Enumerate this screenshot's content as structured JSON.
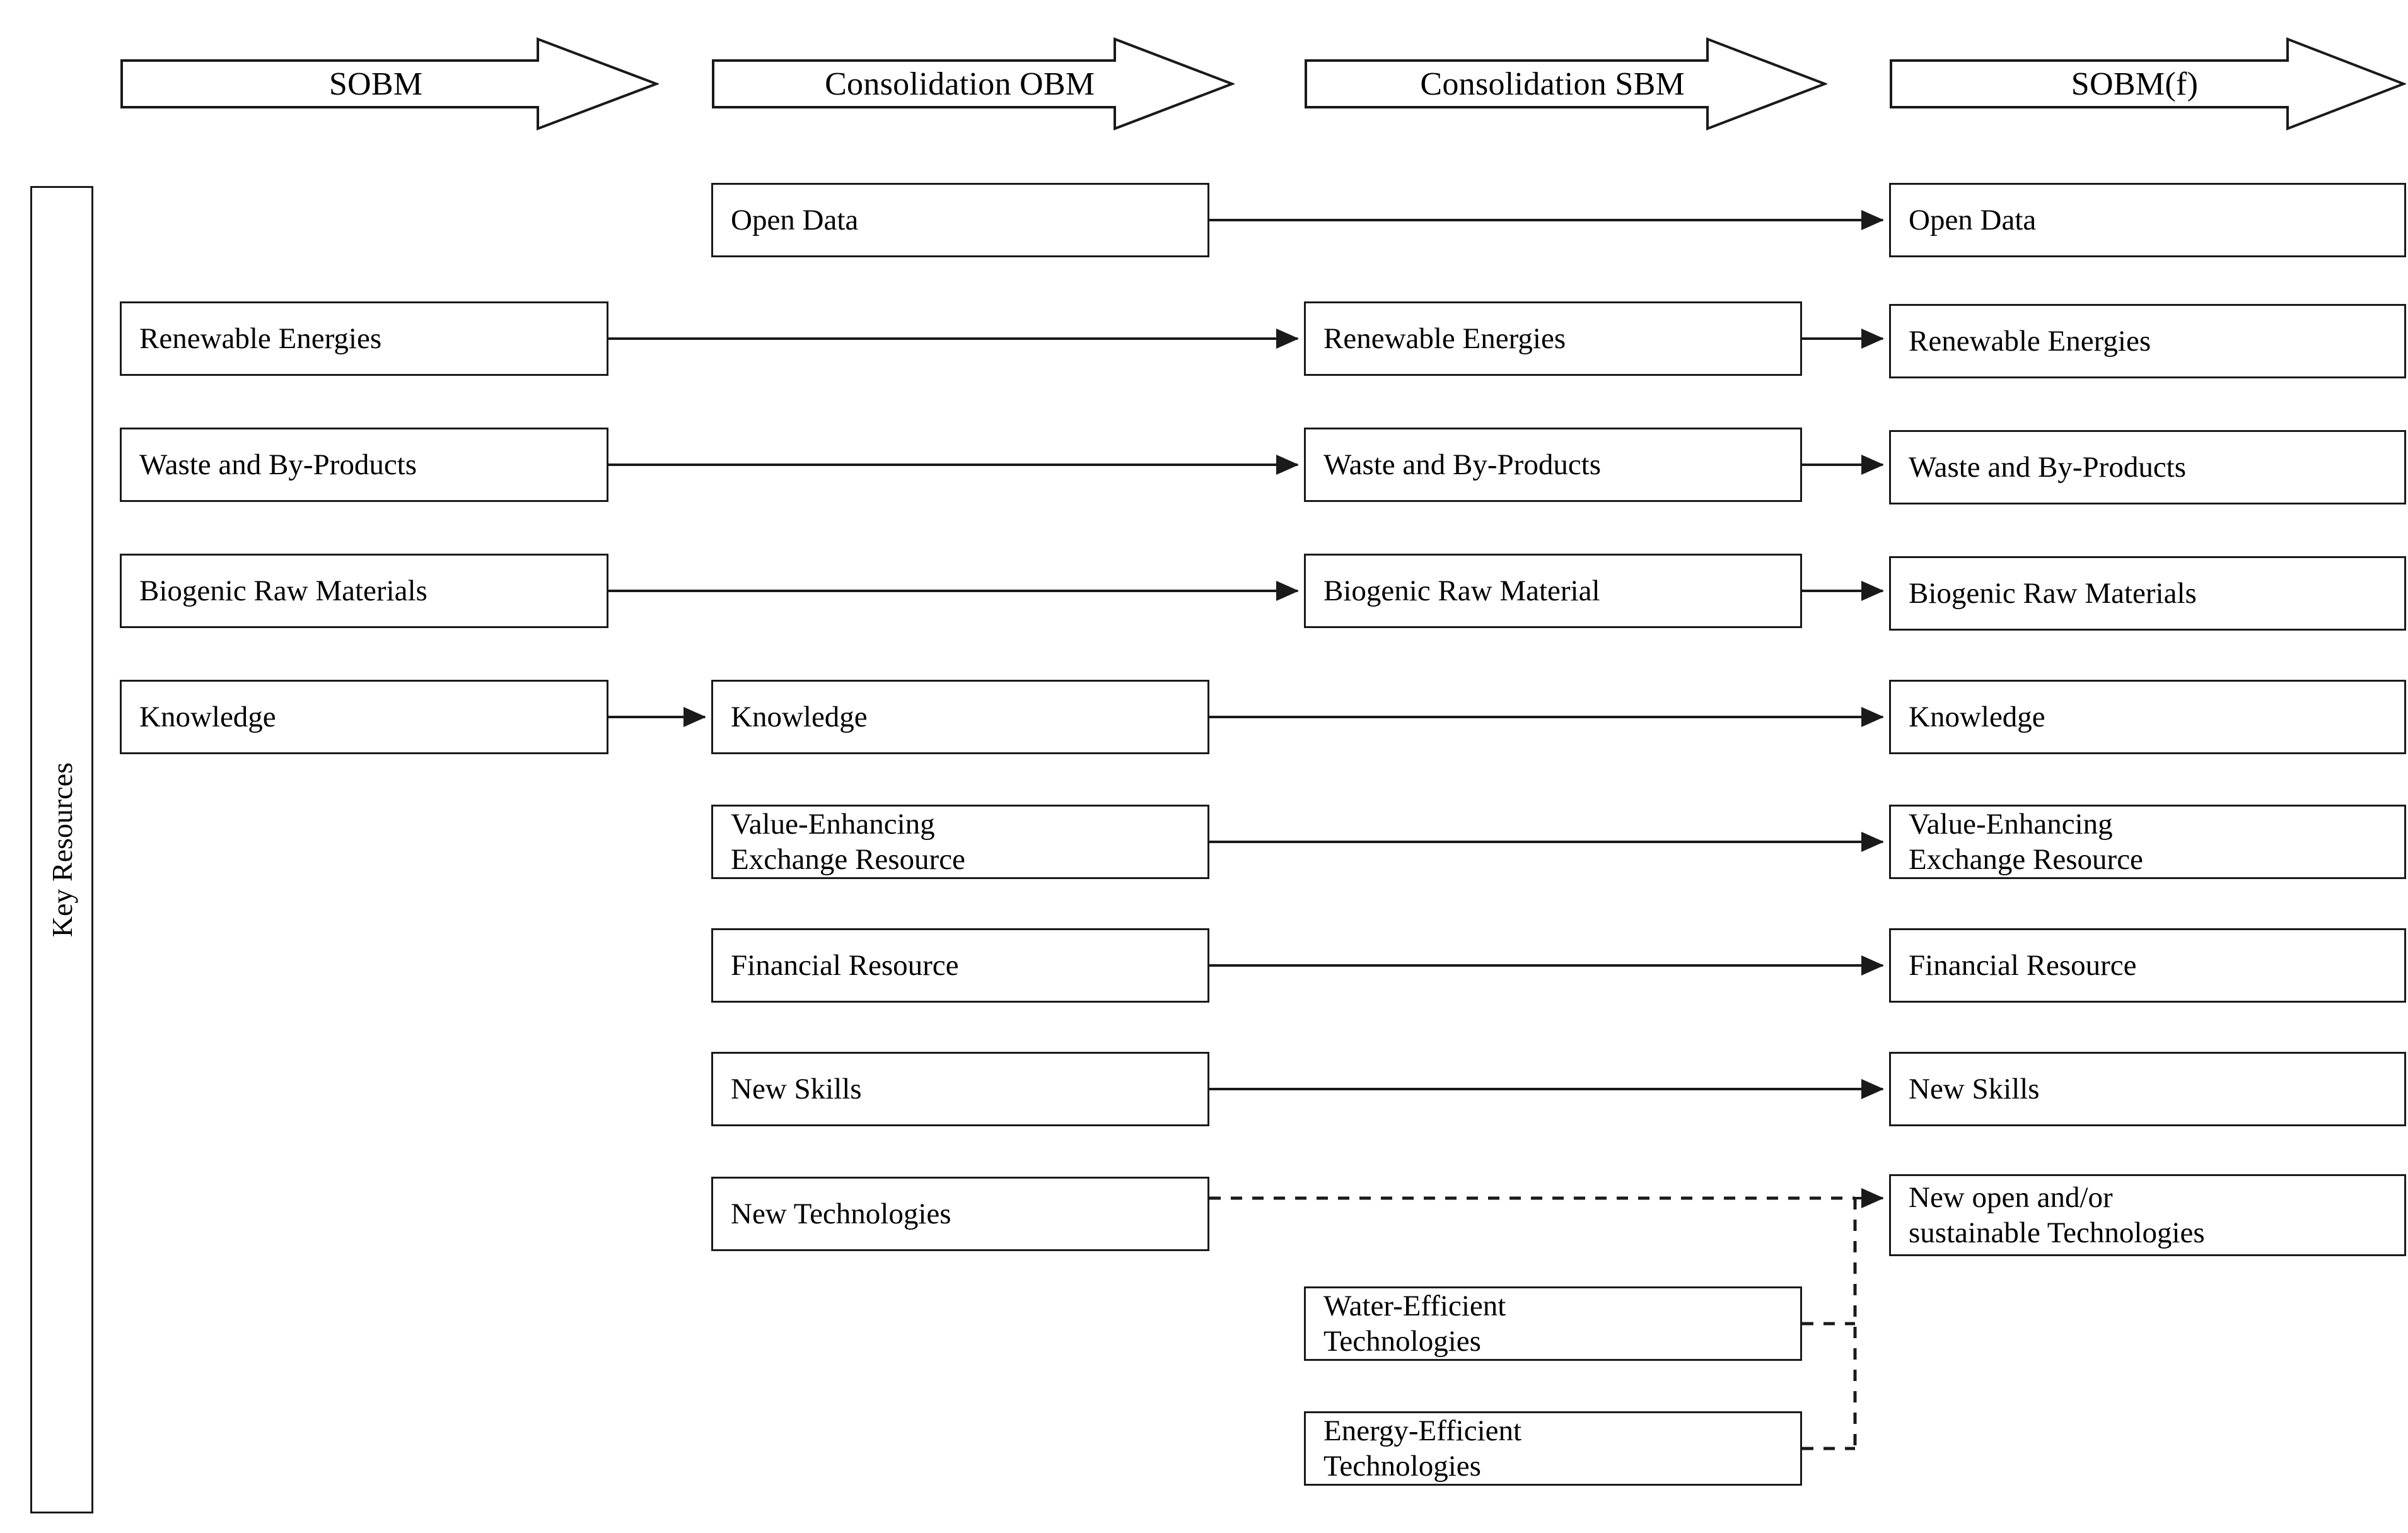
{
  "diagram": {
    "category_label": "Key Resources",
    "phases": [
      {
        "id": "sobm",
        "label": "SOBM"
      },
      {
        "id": "cobm",
        "label": "Consolidation OBM"
      },
      {
        "id": "csbm",
        "label": "Consolidation SBM"
      },
      {
        "id": "sobmf",
        "label": "SOBM(f)"
      }
    ],
    "columns": [
      {
        "id": "col-sobm",
        "phase": "SOBM",
        "nodes": [
          {
            "id": "c1-renewable",
            "lines": [
              "Renewable Energies"
            ]
          },
          {
            "id": "c1-waste",
            "lines": [
              "Waste and By-Products"
            ]
          },
          {
            "id": "c1-biogenic",
            "lines": [
              "Biogenic Raw Materials"
            ]
          },
          {
            "id": "c1-knowledge",
            "lines": [
              "Knowledge"
            ]
          }
        ]
      },
      {
        "id": "col-cobm",
        "phase": "Consolidation OBM",
        "nodes": [
          {
            "id": "c2-opendata",
            "lines": [
              "Open Data"
            ]
          },
          {
            "id": "c2-knowledge",
            "lines": [
              "Knowledge"
            ]
          },
          {
            "id": "c2-value",
            "lines": [
              "Value-Enhancing",
              "Exchange Resource"
            ]
          },
          {
            "id": "c2-financial",
            "lines": [
              "Financial Resource"
            ]
          },
          {
            "id": "c2-newskills",
            "lines": [
              "New Skills"
            ]
          },
          {
            "id": "c2-newtech",
            "lines": [
              "New Technologies"
            ]
          }
        ]
      },
      {
        "id": "col-csbm",
        "phase": "Consolidation SBM",
        "nodes": [
          {
            "id": "c3-renewable",
            "lines": [
              "Renewable Energies"
            ]
          },
          {
            "id": "c3-waste",
            "lines": [
              "Waste and By-Products"
            ]
          },
          {
            "id": "c3-biogenic",
            "lines": [
              "Biogenic Raw Material"
            ]
          },
          {
            "id": "c3-water",
            "lines": [
              "Water-Efficient",
              "Technologies"
            ]
          },
          {
            "id": "c3-energy",
            "lines": [
              "Energy-Efficient",
              "Technologies"
            ]
          }
        ]
      },
      {
        "id": "col-sobmf",
        "phase": "SOBM(f)",
        "nodes": [
          {
            "id": "c4-opendata",
            "lines": [
              "Open Data"
            ]
          },
          {
            "id": "c4-renewable",
            "lines": [
              "Renewable Energies"
            ]
          },
          {
            "id": "c4-waste",
            "lines": [
              "Waste and By-Products"
            ]
          },
          {
            "id": "c4-biogenic",
            "lines": [
              "Biogenic Raw Materials"
            ]
          },
          {
            "id": "c4-knowledge",
            "lines": [
              "Knowledge"
            ]
          },
          {
            "id": "c4-value",
            "lines": [
              "Value-Enhancing",
              "Exchange Resource"
            ]
          },
          {
            "id": "c4-financial",
            "lines": [
              "Financial Resource"
            ]
          },
          {
            "id": "c4-newskills",
            "lines": [
              "New Skills"
            ]
          },
          {
            "id": "c4-newtech",
            "lines": [
              "New open and/or",
              "sustainable Technologies"
            ]
          }
        ]
      }
    ],
    "edges": [
      {
        "from": "c1-renewable",
        "to": "c3-renewable",
        "style": "solid",
        "arrow": true
      },
      {
        "from": "c1-waste",
        "to": "c3-waste",
        "style": "solid",
        "arrow": true
      },
      {
        "from": "c1-biogenic",
        "to": "c3-biogenic",
        "style": "solid",
        "arrow": true
      },
      {
        "from": "c1-knowledge",
        "to": "c2-knowledge",
        "style": "solid",
        "arrow": true
      },
      {
        "from": "c2-opendata",
        "to": "c4-opendata",
        "style": "solid",
        "arrow": true
      },
      {
        "from": "c2-knowledge",
        "to": "c4-knowledge",
        "style": "solid",
        "arrow": true
      },
      {
        "from": "c2-value",
        "to": "c4-value",
        "style": "solid",
        "arrow": true
      },
      {
        "from": "c2-financial",
        "to": "c4-financial",
        "style": "solid",
        "arrow": true
      },
      {
        "from": "c2-newskills",
        "to": "c4-newskills",
        "style": "solid",
        "arrow": true
      },
      {
        "from": "c3-renewable",
        "to": "c4-renewable",
        "style": "solid",
        "arrow": true
      },
      {
        "from": "c3-waste",
        "to": "c4-waste",
        "style": "solid",
        "arrow": true
      },
      {
        "from": "c3-biogenic",
        "to": "c4-biogenic",
        "style": "solid",
        "arrow": true
      },
      {
        "from": "c2-newtech",
        "to": "c4-newtech",
        "style": "dashed",
        "arrow": true
      },
      {
        "from": "c3-water",
        "to": "c4-newtech",
        "style": "dashed",
        "arrow": false
      },
      {
        "from": "c3-energy",
        "to": "c4-newtech",
        "style": "dashed",
        "arrow": false
      }
    ],
    "colors": {
      "stroke": "#1a1a1a",
      "fill": "#ffffff",
      "text": "#000000"
    }
  }
}
